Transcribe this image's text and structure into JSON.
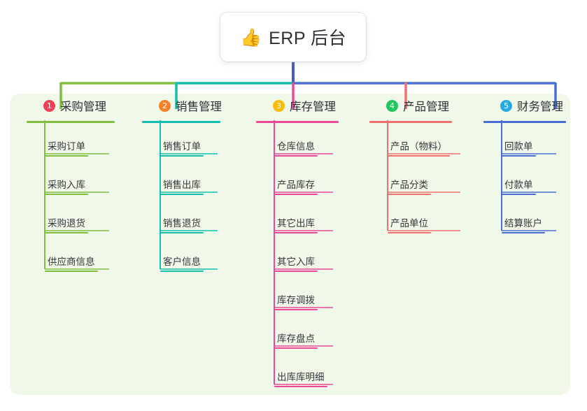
{
  "diagram": {
    "type": "mind-map",
    "root": {
      "icon": "thumbs-up-icon",
      "emoji": "👍",
      "label": "ERP 后台"
    },
    "panel_color": "#eff8e9",
    "branches": [
      {
        "index": "1",
        "badge_number": "①",
        "badge_text": "1",
        "label": "采购管理",
        "badge_color": "#ef4056",
        "line_color": "#7ebf3f",
        "leaves": [
          {
            "label": "采购订单"
          },
          {
            "label": "采购入库"
          },
          {
            "label": "采购退货"
          },
          {
            "label": "供应商信息"
          }
        ]
      },
      {
        "index": "2",
        "badge_number": "②",
        "badge_text": "2",
        "label": "销售管理",
        "badge_color": "#f5822a",
        "line_color": "#14bdad",
        "leaves": [
          {
            "label": "销售订单"
          },
          {
            "label": "销售出库"
          },
          {
            "label": "销售退货"
          },
          {
            "label": "客户信息"
          }
        ]
      },
      {
        "index": "3",
        "badge_number": "③",
        "badge_text": "3",
        "label": "库存管理",
        "badge_color": "#fbbc05",
        "line_color": "#ec4899",
        "leaves": [
          {
            "label": "仓库信息"
          },
          {
            "label": "产品库存"
          },
          {
            "label": "其它出库"
          },
          {
            "label": "其它入库"
          },
          {
            "label": "库存调拨"
          },
          {
            "label": "库存盘点"
          },
          {
            "label": "出库库明细"
          }
        ]
      },
      {
        "index": "4",
        "badge_number": "④",
        "badge_text": "4",
        "label": "产品管理",
        "badge_color": "#23c55e",
        "line_color": "#f2706e",
        "leaves": [
          {
            "label": "产品（物料）"
          },
          {
            "label": "产品分类"
          },
          {
            "label": "产品单位"
          }
        ]
      },
      {
        "index": "5",
        "badge_number": "⑤",
        "badge_text": "5",
        "label": "财务管理",
        "badge_color": "#29abe2",
        "line_color": "#4a6fd4",
        "leaves": [
          {
            "label": "回款单"
          },
          {
            "label": "付款单"
          },
          {
            "label": "结算账户"
          }
        ]
      }
    ],
    "connector_colors": {
      "root_stem": "#4a5bc4",
      "bus_left": "#7ebf3f",
      "bus_mid": "#14bdad",
      "bus_right": "#4a6fd4"
    }
  }
}
